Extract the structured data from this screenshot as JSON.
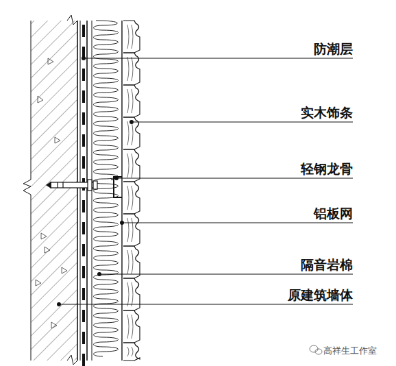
{
  "diagram": {
    "labels": [
      "防潮层",
      "实木饰条",
      "轻钢龙骨",
      "铝板网",
      "隔音岩棉",
      "原建筑墙体",
      "高祥生工作室"
    ]
  }
}
